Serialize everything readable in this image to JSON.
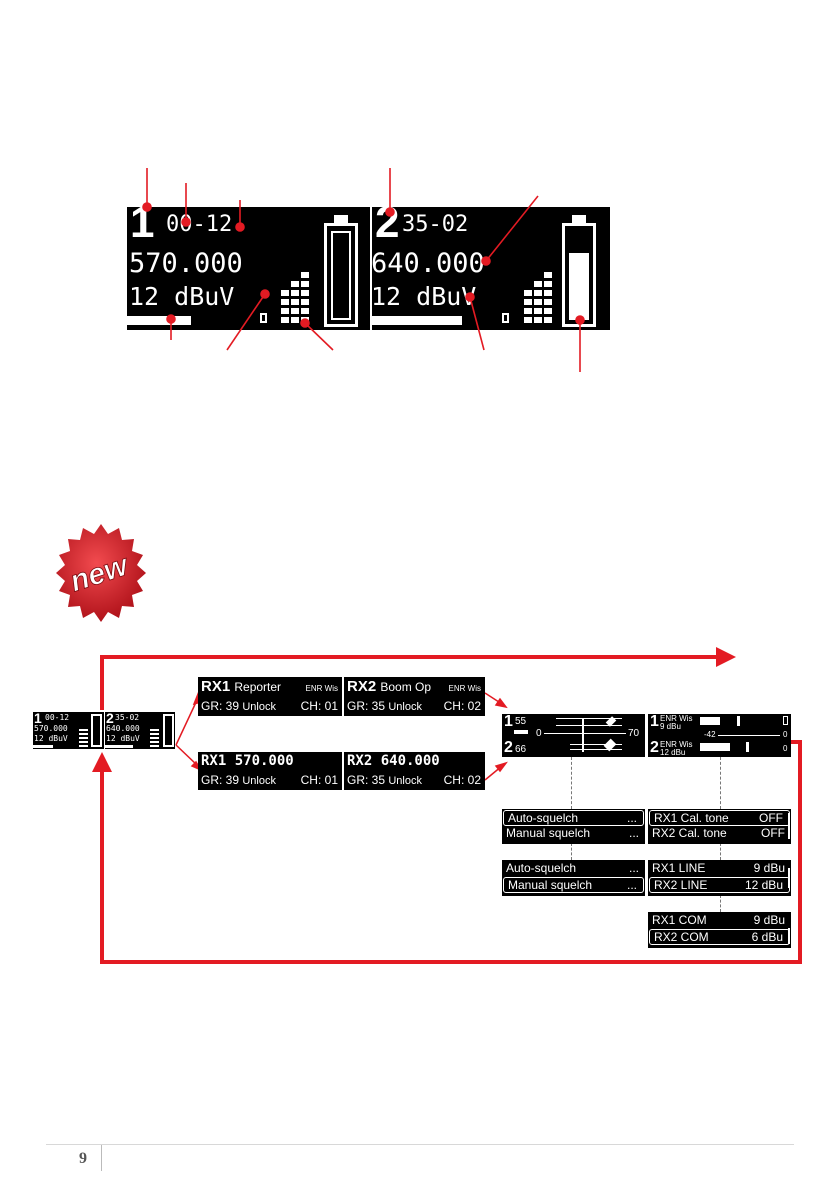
{
  "top_display": {
    "rx1": {
      "num": "1",
      "group": "00-12",
      "freq": "570.000",
      "level": "12 dBuV",
      "squelch": "0"
    },
    "rx2": {
      "num": "2",
      "group": "35-02",
      "freq": "640.000",
      "level": "12 dBuV",
      "squelch": "0"
    }
  },
  "small_main": {
    "rx1": {
      "num": "1",
      "group": "00-12",
      "freq": "570.000",
      "level": "12 dBuV"
    },
    "rx2": {
      "num": "2",
      "group": "35-02",
      "freq": "640.000",
      "level": "12 dBuV"
    }
  },
  "rx_name_screens": [
    {
      "id": "RX1",
      "name": "Reporter",
      "tag": "ENR Wis",
      "gr": "GR: 39",
      "lock": "Unlock",
      "ch": "CH: 01"
    },
    {
      "id": "RX2",
      "name": "Boom Op",
      "tag": "ENR Wis",
      "gr": "GR: 35",
      "lock": "Unlock",
      "ch": "CH: 02"
    }
  ],
  "rx_freq_screens": [
    {
      "title": "RX1 570.000",
      "gr": "GR: 39",
      "lock": "Unlock",
      "ch": "CH: 01"
    },
    {
      "title": "RX2 640.000",
      "gr": "GR: 35",
      "lock": "Unlock",
      "ch": "CH: 02"
    }
  ],
  "meter_screen": {
    "rx1_num": "1",
    "rx1_val": "55",
    "rx2_num": "2",
    "rx2_val": "66",
    "scale_min": "0",
    "scale_max": "70"
  },
  "level_screen": {
    "rx1_num": "1",
    "rx1_tag": "ENR Wis",
    "rx1_level": "9 dBu",
    "rx2_num": "2",
    "rx2_tag": "ENR Wis",
    "rx2_level": "12 dBu",
    "scale_left": "-42",
    "scale_right": "0",
    "bar_end": "0"
  },
  "squelch_menus": [
    {
      "items": [
        "Auto-squelch",
        "Manual squelch"
      ],
      "more": "...",
      "selected": 0
    },
    {
      "items": [
        "Auto-squelch",
        "Manual squelch"
      ],
      "more": "...",
      "selected": 1
    }
  ],
  "settings_menus": [
    {
      "rows": [
        {
          "label": "RX1 Cal. tone",
          "value": "OFF"
        },
        {
          "label": "RX2 Cal. tone",
          "value": "OFF"
        }
      ],
      "selected": 0
    },
    {
      "rows": [
        {
          "label": "RX1 LINE",
          "value": "9 dBu"
        },
        {
          "label": "RX2 LINE",
          "value": "12 dBu"
        }
      ],
      "selected": 1
    },
    {
      "rows": [
        {
          "label": "RX1 COM",
          "value": "9 dBu"
        },
        {
          "label": "RX2 COM",
          "value": "6 dBu"
        }
      ],
      "selected": 1
    }
  ],
  "badge": {
    "text": "new"
  },
  "colors": {
    "arrow": "#e31b23",
    "lcd_bg": "#000000",
    "lcd_fg": "#ffffff",
    "badge": "#c4161c"
  },
  "footer": {
    "page": "9"
  }
}
